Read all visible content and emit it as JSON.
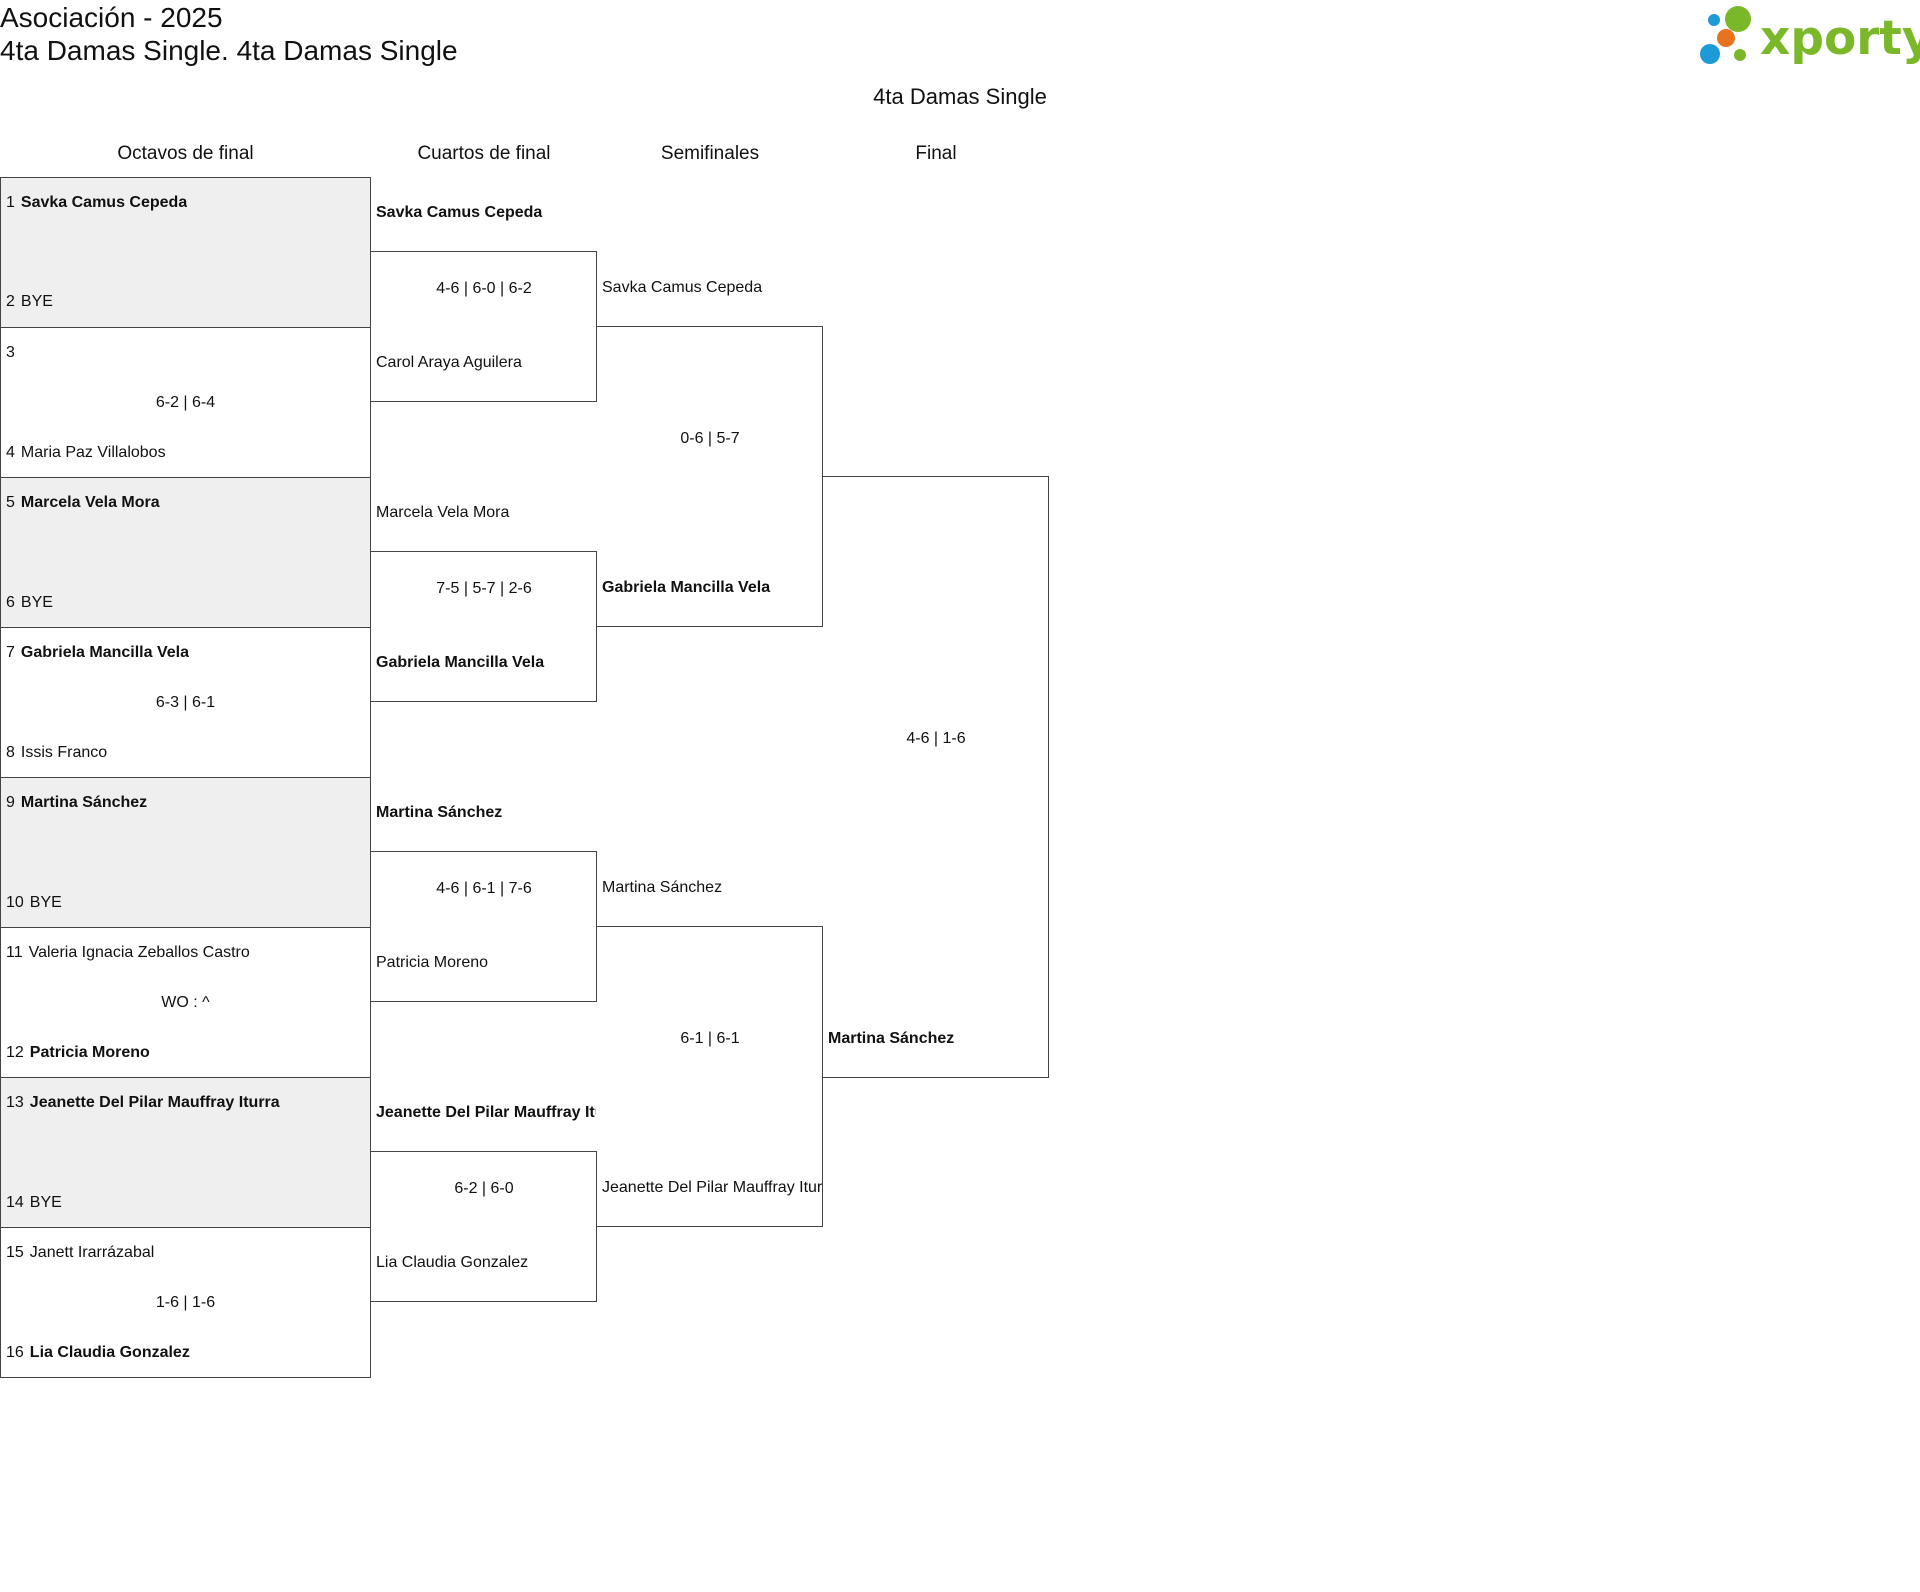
{
  "header": {
    "line1": "Asociación - 2025",
    "line2": "4ta Damas Single. 4ta Damas Single",
    "logo_text": "xporty"
  },
  "bracket": {
    "title": "4ta Damas Single",
    "rounds": [
      "Octavos de final",
      "Cuartos de final",
      "Semifinales",
      "Final"
    ],
    "r16": [
      {
        "top_num": "1",
        "top_name": "Savka Camus Cepeda",
        "bottom_num": "2",
        "bottom_name": "BYE",
        "score": ""
      },
      {
        "top_num": "3",
        "top_name": "",
        "bottom_num": "4",
        "bottom_name": "Maria Paz Villalobos",
        "score": "6-2 | 6-4"
      },
      {
        "top_num": "5",
        "top_name": "Marcela Vela Mora",
        "bottom_num": "6",
        "bottom_name": "BYE",
        "score": ""
      },
      {
        "top_num": "7",
        "top_name": "Gabriela Mancilla Vela",
        "bottom_num": "8",
        "bottom_name": "Issis Franco",
        "score": "6-3 | 6-1"
      },
      {
        "top_num": "9",
        "top_name": "Martina Sánchez",
        "bottom_num": "10",
        "bottom_name": "BYE",
        "score": ""
      },
      {
        "top_num": "11",
        "top_name": "Valeria Ignacia Zeballos Castro",
        "bottom_num": "12",
        "bottom_name": "Patricia Moreno",
        "score": "WO : ^"
      },
      {
        "top_num": "13",
        "top_name": "Jeanette Del Pilar Mauffray Iturra",
        "bottom_num": "14",
        "bottom_name": "BYE",
        "score": ""
      },
      {
        "top_num": "15",
        "top_name": "Janett Irarrázabal",
        "bottom_num": "16",
        "bottom_name": "Lia Claudia Gonzalez",
        "score": "1-6 | 1-6"
      }
    ],
    "qf": [
      {
        "top": "Savka Camus Cepeda",
        "bottom": "Carol Araya Aguilera",
        "score": "4-6 | 6-0 | 6-2"
      },
      {
        "top": "Marcela Vela Mora",
        "bottom": "Gabriela Mancilla Vela",
        "score": "7-5 | 5-7 | 2-6"
      },
      {
        "top": "Martina Sánchez",
        "bottom": "Patricia Moreno",
        "score": "4-6 | 6-1 | 7-6"
      },
      {
        "top": "Jeanette Del Pilar Mauffray Iturra",
        "bottom": "Lia Claudia Gonzalez",
        "score": "6-2 | 6-0"
      }
    ],
    "sf": [
      {
        "top": "Savka Camus Cepeda",
        "bottom": "Gabriela Mancilla Vela",
        "score": "0-6 | 5-7"
      },
      {
        "top": "Martina Sánchez",
        "bottom": "Jeanette Del Pilar Mauffray Iturra",
        "score": "6-1 | 6-1"
      }
    ],
    "final": {
      "top": "",
      "bottom": "Martina Sánchez",
      "score": "4-6 | 1-6"
    }
  },
  "colors": {
    "logo_green": "#7ab829",
    "logo_blue": "#1e9ad6",
    "logo_orange": "#e8731e",
    "shade": "#efefef"
  }
}
